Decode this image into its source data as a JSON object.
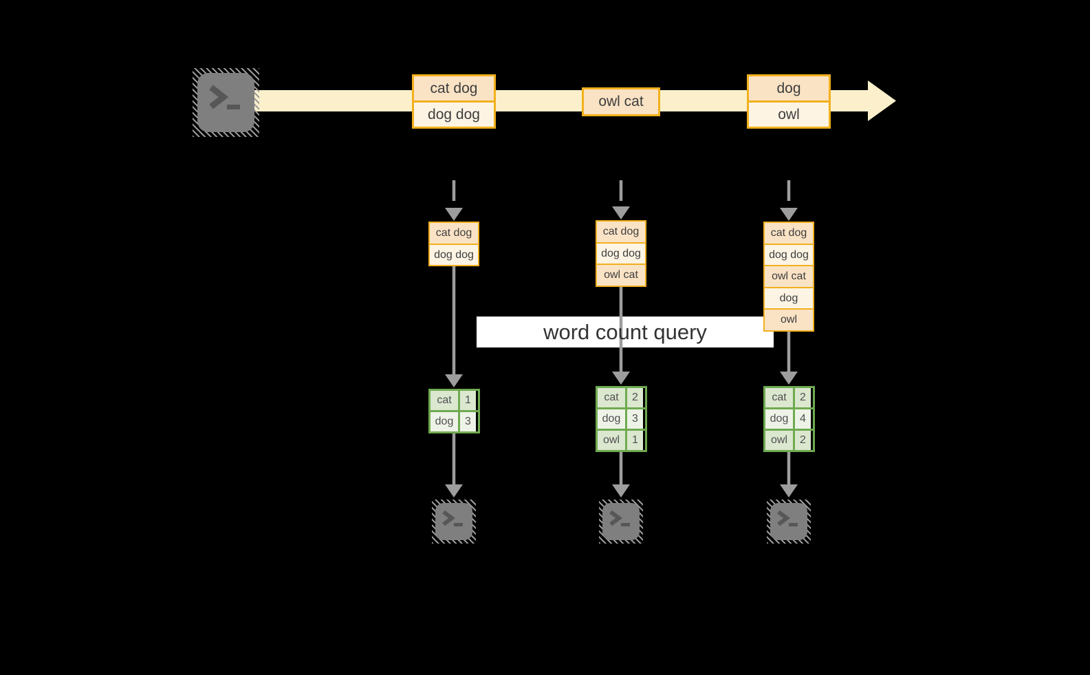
{
  "diagram_title": "word count query",
  "query_label": "word count query",
  "icons": {
    "source": "terminal-icon",
    "sink": "terminal-icon"
  },
  "colors": {
    "background": "#000000",
    "stream_band": "#fbf0cb",
    "event_border": "#f2b01d",
    "event_fill_dark": "#fae3c5",
    "event_fill_light": "#fdf4e4",
    "table_border": "#6faa50",
    "table_fill_dark": "#dbe7cf",
    "table_fill_light": "#eef3e8",
    "arrow_gray": "#9d9d9d",
    "terminal_gray": "#7f7f7f",
    "query_box_bg": "#ffffff"
  },
  "timeline": {
    "events": [
      {
        "lines": [
          "cat dog",
          "dog dog"
        ]
      },
      {
        "lines": [
          "owl cat"
        ]
      },
      {
        "lines": [
          "dog",
          "owl"
        ]
      }
    ]
  },
  "columns": [
    {
      "buffer": [
        "cat dog",
        "dog dog"
      ],
      "counts": {
        "rows": [
          {
            "word": "cat",
            "count": "1"
          },
          {
            "word": "dog",
            "count": "3"
          }
        ]
      }
    },
    {
      "buffer": [
        "cat dog",
        "dog dog",
        "owl cat"
      ],
      "counts": {
        "rows": [
          {
            "word": "cat",
            "count": "2"
          },
          {
            "word": "dog",
            "count": "3"
          },
          {
            "word": "owl",
            "count": "1"
          }
        ]
      }
    },
    {
      "buffer": [
        "cat dog",
        "dog dog",
        "owl cat",
        "dog",
        "owl"
      ],
      "counts": {
        "rows": [
          {
            "word": "cat",
            "count": "2"
          },
          {
            "word": "dog",
            "count": "4"
          },
          {
            "word": "owl",
            "count": "2"
          }
        ]
      }
    }
  ]
}
